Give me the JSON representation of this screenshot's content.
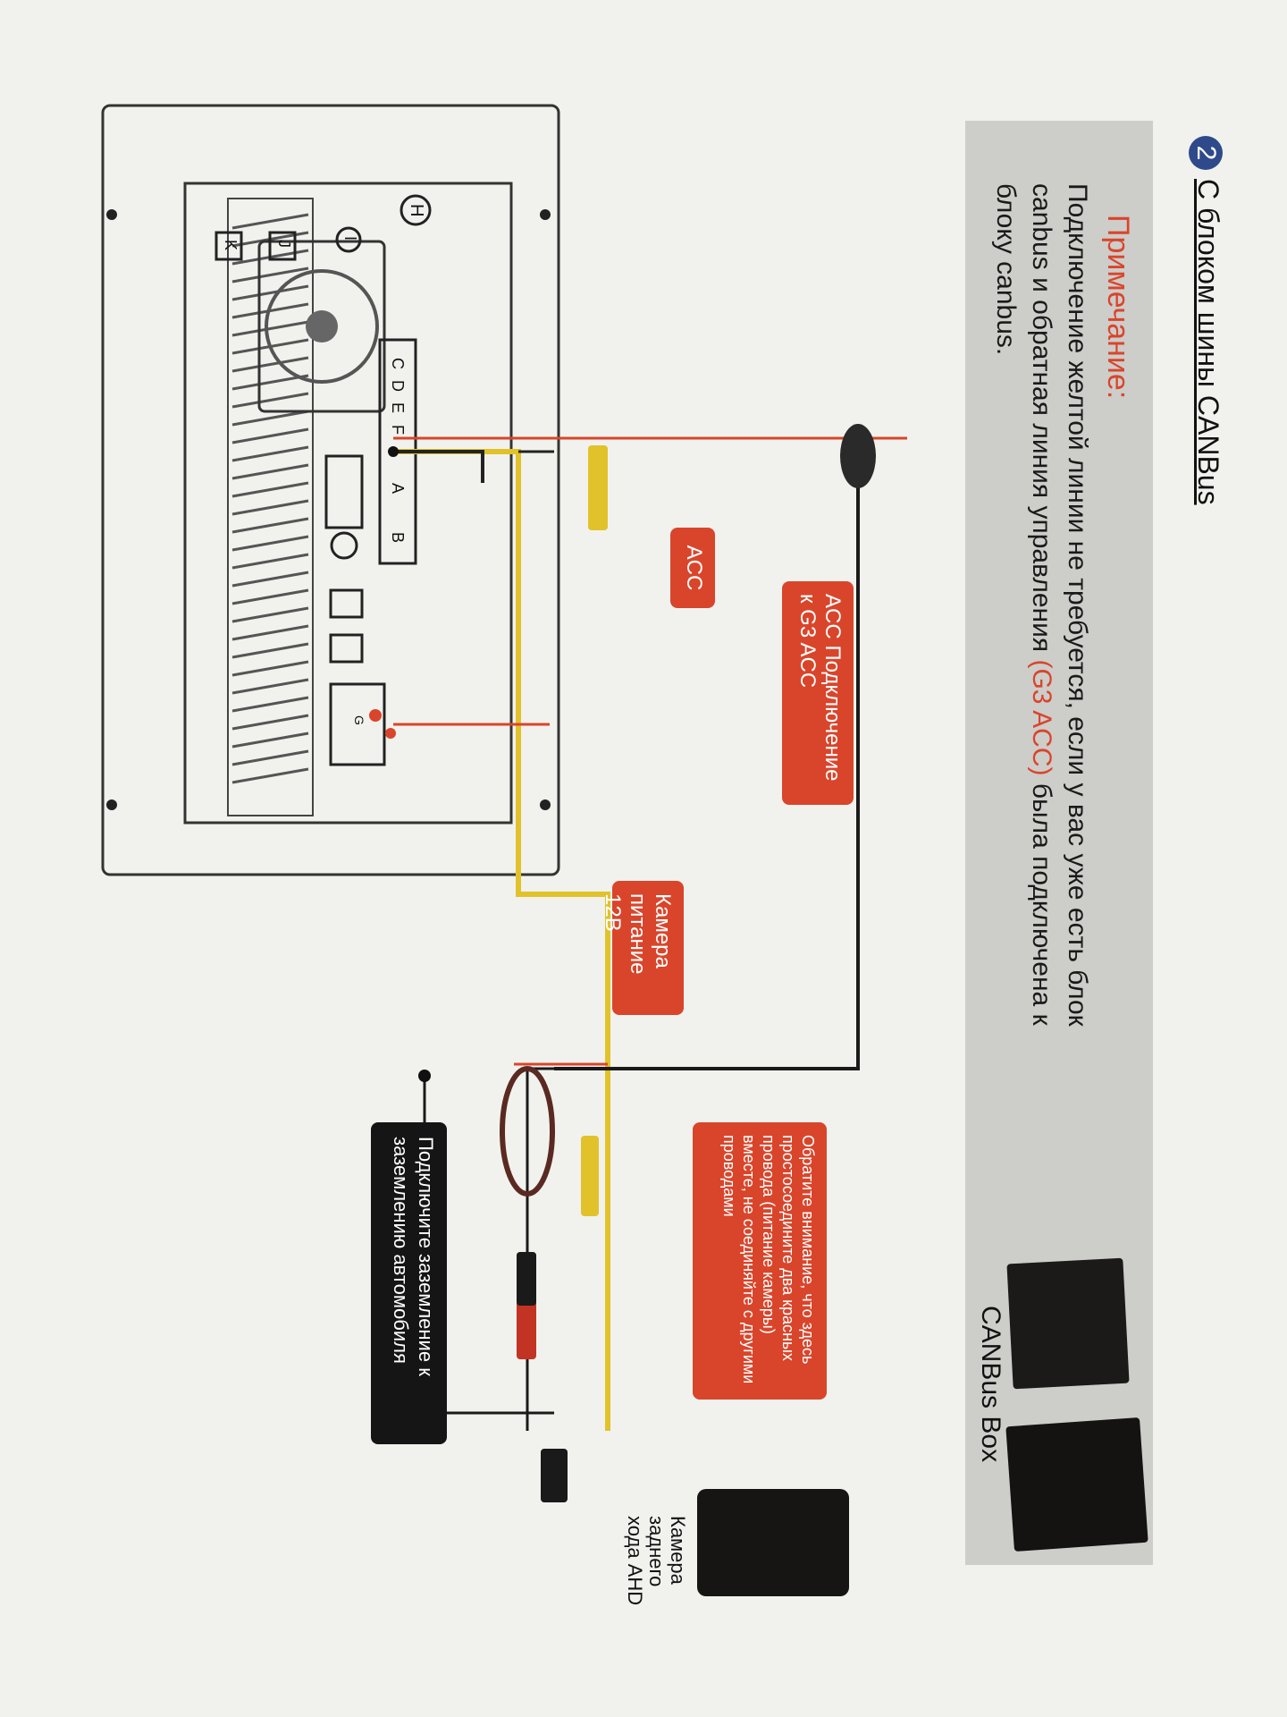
{
  "section": {
    "number": "2",
    "title": "С блоком шины CANBus"
  },
  "note": {
    "title": "Примечание:",
    "body_before": "Подключение желтой линии не требуется, если у вас уже есть блок canbus и обратная линия управления ",
    "highlight": "(G3 ACC)",
    "body_after": " была подключена к блоку canbus."
  },
  "canbus_box_label": "CANBus Box",
  "head_unit": {
    "ports": {
      "H": "H",
      "I": "I",
      "J": "J",
      "K": "K",
      "C": "C",
      "D": "D",
      "E": "E",
      "F": "F",
      "A": "A",
      "B": "B",
      "G": "G"
    }
  },
  "callouts": {
    "acc_short": "ACC",
    "acc_connect": "ACC Подключение к G3 ACC",
    "camera_power": "Камера питание 12В",
    "attention": "Обратите внимание, что здесь простосоедините два красных провода (питание камеры) вместе, не соединяйте с другими проводами",
    "ground": "Подключите заземление к заземлению автомобиля"
  },
  "camera_label": "Камера заднего хода AHD",
  "colors": {
    "accent_red": "#d9452b",
    "heading_blue": "#2f4a8a",
    "wire_yellow": "#e2c22a",
    "wire_black": "#1a1a1a"
  }
}
